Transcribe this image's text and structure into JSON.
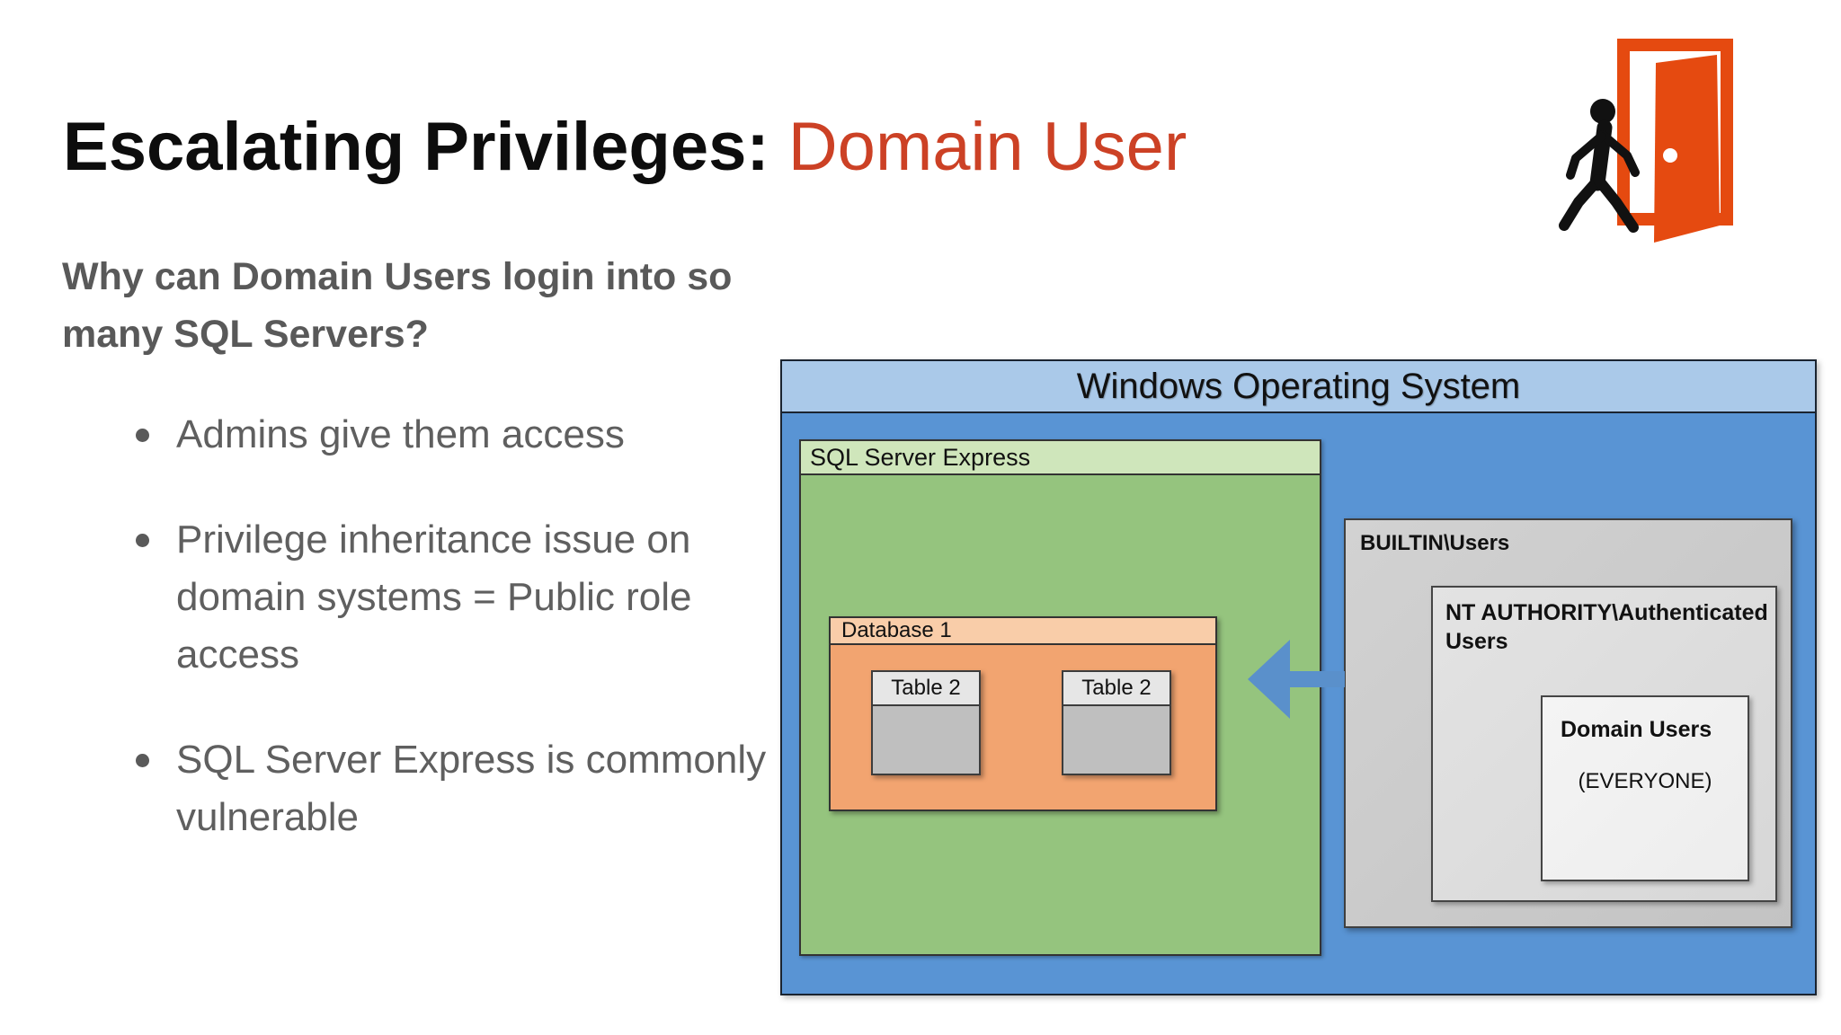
{
  "title": {
    "prefix": "Escalating Privileges: ",
    "highlight": "Domain User"
  },
  "left": {
    "question_lines": [
      "Why can Domain Users login into so",
      "many SQL Servers?"
    ],
    "bullets": [
      {
        "lines": [
          "Admins give them access",
          "",
          ""
        ]
      },
      {
        "lines": [
          "Privilege inheritance issue on",
          "domain systems = Public role",
          "access"
        ]
      },
      {
        "lines": [
          "SQL Server Express is commonly",
          "vulnerable",
          ""
        ]
      }
    ]
  },
  "diagram": {
    "os_title": "Windows Operating System",
    "sql_title": "SQL Server Express",
    "db_title": "Database 1",
    "table_left_label": "Table 2",
    "table_right_label": "Table 2",
    "builtin_label": "BUILTIN\\Users",
    "nt_lines": [
      "NT AUTHORITY\\Authenticated",
      "Users"
    ],
    "domain_label": "Domain Users",
    "domain_sublabel": "(EVERYONE)"
  },
  "icons": {
    "exit_door": "person walking out of an open door"
  },
  "colors": {
    "title_highlight": "#cc4125",
    "door_orange": "#e54a10",
    "os_body": "#5994d4",
    "os_header": "#aac9e9",
    "sql_body": "#95c47e",
    "sql_header": "#cfe6bb",
    "db_body": "#f2a470",
    "db_header": "#f9cda9",
    "table_header": "#e6e6e6",
    "table_body": "#bfbfbf",
    "builtin_gray": "#c8c8c8",
    "nt_gray": "#dcdcdc",
    "domain_gray": "#f2f2f2",
    "arrow_blue": "#5a90cb",
    "body_text": "#595959"
  }
}
